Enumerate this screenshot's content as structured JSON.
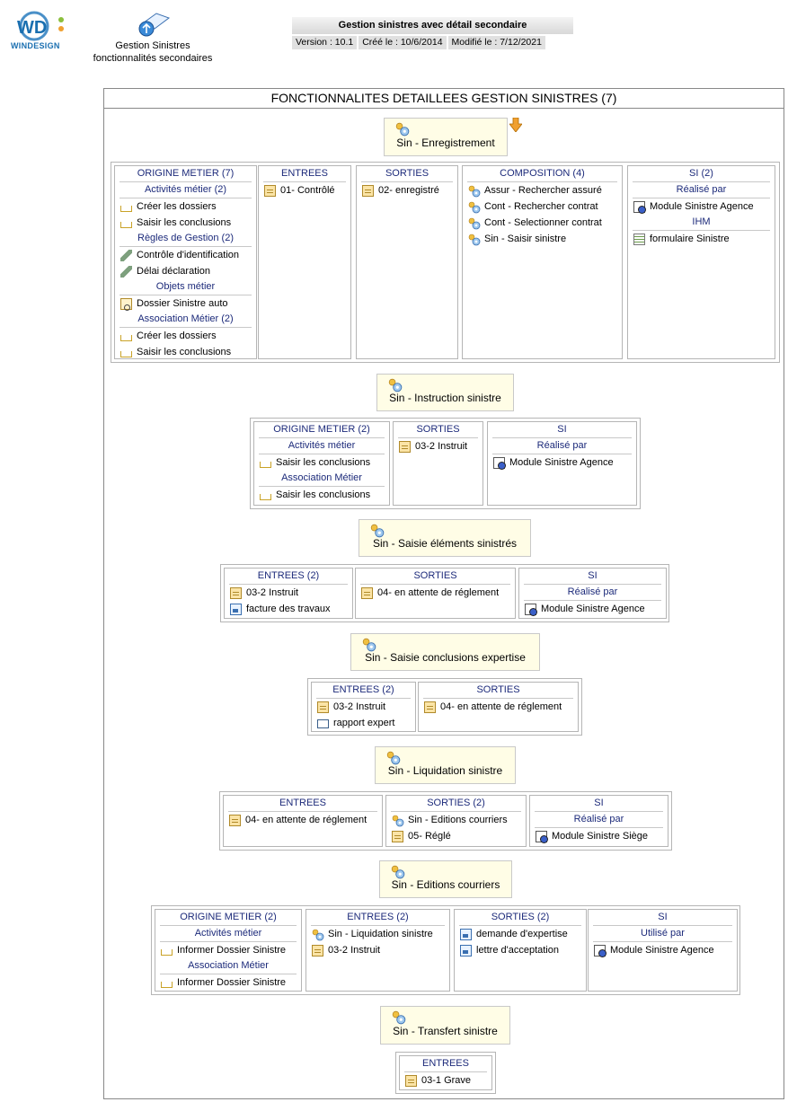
{
  "header": {
    "logo_text": "WINDESIGN",
    "model_name_line1": "Gestion Sinistres",
    "model_name_line2": "fonctionnalités secondaires",
    "info_title": "Gestion sinistres avec détail secondaire",
    "version": "Version : 10.1",
    "created": "Créé le : 10/6/2014",
    "modified": "Modifié le : 7/12/2021"
  },
  "main_title": "FONCTIONNALITES DETAILLEES GESTION SINISTRES (7)",
  "colors": {
    "header_text": "#1c2a7a",
    "process_bg": "#fffde6",
    "arrow": "#e08a00"
  },
  "processes": [
    {
      "title": "Sin - Enregistrement",
      "columns": [
        {
          "header": "ORIGINE METIER (7)",
          "groups": [
            {
              "sub": "Activités métier (2)",
              "items": [
                {
                  "label": "Créer les dossiers",
                  "icon": "open-folder-icon"
                },
                {
                  "label": "Saisir les conclusions",
                  "icon": "open-folder-icon"
                }
              ]
            },
            {
              "sub": "Règles de Gestion (2)",
              "items": [
                {
                  "label": "Contrôle d'identification",
                  "icon": "rule-icon"
                },
                {
                  "label": "Délai déclaration",
                  "icon": "rule-icon"
                }
              ]
            },
            {
              "sub": "Objets métier",
              "items": [
                {
                  "label": "Dossier Sinistre auto",
                  "icon": "business-object-icon"
                }
              ]
            },
            {
              "sub": "Association Métier (2)",
              "items": [
                {
                  "label": "Créer les dossiers",
                  "icon": "open-folder-icon"
                },
                {
                  "label": "Saisir les conclusions",
                  "icon": "open-folder-icon"
                }
              ]
            }
          ]
        },
        {
          "header": "ENTREES",
          "groups": [
            {
              "items": [
                {
                  "label": "01- Contrôlé",
                  "icon": "state-folder-icon"
                }
              ]
            }
          ]
        },
        {
          "header": "SORTIES",
          "groups": [
            {
              "items": [
                {
                  "label": "02- enregistré",
                  "icon": "state-folder-icon"
                }
              ]
            }
          ]
        },
        {
          "header": "COMPOSITION (4)",
          "groups": [
            {
              "items": [
                {
                  "label": "Assur - Rechercher assuré",
                  "icon": "gear-icon"
                },
                {
                  "label": "Cont - Rechercher contrat",
                  "icon": "gear-icon"
                },
                {
                  "label": "Cont - Selectionner contrat",
                  "icon": "gear-icon"
                },
                {
                  "label": "Sin - Saisir sinistre",
                  "icon": "gear-icon"
                }
              ]
            }
          ]
        },
        {
          "header": "SI (2)",
          "groups": [
            {
              "sub": "Réalisé par",
              "items": [
                {
                  "label": "Module Sinistre Agence",
                  "icon": "module-icon"
                }
              ]
            },
            {
              "sub": "IHM",
              "items": [
                {
                  "label": "formulaire Sinistre",
                  "icon": "form-icon"
                }
              ]
            }
          ]
        }
      ]
    },
    {
      "title": "Sin - Instruction sinistre",
      "columns": [
        {
          "header": "ORIGINE METIER (2)",
          "groups": [
            {
              "sub": "Activités métier",
              "items": [
                {
                  "label": "Saisir les conclusions",
                  "icon": "open-folder-icon"
                }
              ]
            },
            {
              "sub": "Association Métier",
              "items": [
                {
                  "label": "Saisir les conclusions",
                  "icon": "open-folder-icon"
                }
              ]
            }
          ]
        },
        {
          "header": "SORTIES",
          "groups": [
            {
              "items": [
                {
                  "label": "03-2 Instruit",
                  "icon": "state-folder-icon"
                }
              ]
            }
          ]
        },
        {
          "header": "SI",
          "groups": [
            {
              "sub": "Réalisé par",
              "items": [
                {
                  "label": "Module Sinistre Agence",
                  "icon": "module-icon"
                }
              ]
            }
          ]
        }
      ]
    },
    {
      "title": "Sin - Saisie éléments sinistrés",
      "columns": [
        {
          "header": "ENTREES (2)",
          "groups": [
            {
              "items": [
                {
                  "label": "03-2 Instruit",
                  "icon": "state-folder-icon"
                },
                {
                  "label": "facture des travaux",
                  "icon": "document-icon"
                }
              ]
            }
          ]
        },
        {
          "header": "SORTIES",
          "groups": [
            {
              "items": [
                {
                  "label": "04- en attente de réglement",
                  "icon": "state-folder-icon"
                }
              ]
            }
          ]
        },
        {
          "header": "SI",
          "groups": [
            {
              "sub": "Réalisé par",
              "items": [
                {
                  "label": "Module Sinistre Agence",
                  "icon": "module-icon"
                }
              ]
            }
          ]
        }
      ]
    },
    {
      "title": "Sin - Saisie conclusions expertise",
      "columns": [
        {
          "header": "ENTREES (2)",
          "groups": [
            {
              "items": [
                {
                  "label": "03-2 Instruit",
                  "icon": "state-folder-icon"
                },
                {
                  "label": "rapport expert",
                  "icon": "directory-icon"
                }
              ]
            }
          ]
        },
        {
          "header": "SORTIES",
          "groups": [
            {
              "items": [
                {
                  "label": "04- en attente de réglement",
                  "icon": "state-folder-icon"
                }
              ]
            }
          ]
        }
      ]
    },
    {
      "title": "Sin - Liquidation sinistre",
      "columns": [
        {
          "header": "ENTREES",
          "groups": [
            {
              "items": [
                {
                  "label": "04- en attente de réglement",
                  "icon": "state-folder-icon"
                }
              ]
            }
          ]
        },
        {
          "header": "SORTIES (2)",
          "groups": [
            {
              "items": [
                {
                  "label": "Sin - Editions courriers",
                  "icon": "gear-icon"
                },
                {
                  "label": "05- Réglé",
                  "icon": "state-folder-icon"
                }
              ]
            }
          ]
        },
        {
          "header": "SI",
          "groups": [
            {
              "sub": "Réalisé par",
              "items": [
                {
                  "label": "Module Sinistre Siège",
                  "icon": "module-icon"
                }
              ]
            }
          ]
        }
      ]
    },
    {
      "title": "Sin - Editions courriers",
      "columns": [
        {
          "header": "ORIGINE METIER (2)",
          "groups": [
            {
              "sub": "Activités métier",
              "items": [
                {
                  "label": "Informer Dossier Sinistre",
                  "icon": "open-folder-icon"
                }
              ]
            },
            {
              "sub": "Association Métier",
              "items": [
                {
                  "label": "Informer Dossier Sinistre",
                  "icon": "open-folder-icon"
                }
              ]
            }
          ]
        },
        {
          "header": "ENTREES (2)",
          "groups": [
            {
              "items": [
                {
                  "label": "Sin - Liquidation sinistre",
                  "icon": "gear-icon"
                },
                {
                  "label": "03-2 Instruit",
                  "icon": "state-folder-icon"
                }
              ]
            }
          ]
        },
        {
          "header": "SORTIES (2)",
          "groups": [
            {
              "items": [
                {
                  "label": "demande d'expertise",
                  "icon": "document-icon"
                },
                {
                  "label": "lettre d'acceptation",
                  "icon": "document-icon"
                }
              ]
            }
          ]
        },
        {
          "header": "SI",
          "groups": [
            {
              "sub": "Utilisé par",
              "items": [
                {
                  "label": "Module Sinistre Agence",
                  "icon": "module-icon"
                }
              ]
            }
          ]
        }
      ]
    },
    {
      "title": "Sin - Transfert sinistre",
      "columns": [
        {
          "header": "ENTREES",
          "groups": [
            {
              "items": [
                {
                  "label": "03-1  Grave",
                  "icon": "state-folder-icon"
                }
              ]
            }
          ]
        }
      ]
    }
  ]
}
